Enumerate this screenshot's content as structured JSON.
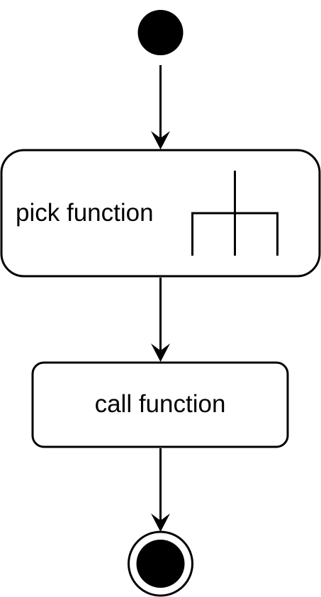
{
  "diagram": {
    "type": "UML activity diagram",
    "nodes": {
      "start": {
        "kind": "initial-node"
      },
      "pick": {
        "kind": "call-behavior-action",
        "label": "pick function",
        "icon": "rake-icon"
      },
      "call": {
        "kind": "action",
        "label": "call function"
      },
      "end": {
        "kind": "final-node"
      }
    },
    "edges": [
      {
        "from": "start",
        "to": "pick"
      },
      {
        "from": "pick",
        "to": "call"
      },
      {
        "from": "call",
        "to": "end"
      }
    ],
    "colors": {
      "stroke": "#000000",
      "fill": "#ffffff",
      "node_fill": "#000000"
    }
  }
}
